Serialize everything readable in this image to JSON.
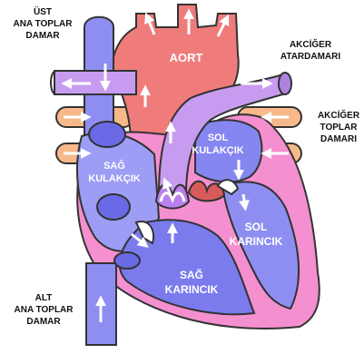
{
  "labels": {
    "svc_superior": [
      "ÜST",
      "ANA TOPLAR",
      "DAMAR"
    ],
    "aorta": "AORT",
    "pulmonary_artery": [
      "AKCİĞER",
      "ATARDAMARI"
    ],
    "pulmonary_vein": [
      "AKCİĞER",
      "TOPLAR",
      "DAMARI"
    ],
    "right_atrium": [
      "SAĞ",
      "KULAKÇIK"
    ],
    "left_atrium": [
      "SOL",
      "KULAKÇIK"
    ],
    "left_ventricle": [
      "SOL",
      "KARINCIK"
    ],
    "right_ventricle": [
      "SAĞ",
      "KARINCIK"
    ],
    "svc_inferior": [
      "ALT",
      "ANA TOPLAR",
      "DAMAR"
    ]
  },
  "colors": {
    "deoxygenated": "#8e8ef2",
    "deoxygenated_dark": "#6a6ae6",
    "oxygenated": "#ef7b7b",
    "pulmonary_artery": "#c79cf0",
    "pulmonary_vein": "#f7b98a",
    "heart_wall": "#f48fd0",
    "valve": "#ffffff",
    "label_dark": "#111111",
    "label_light": "#ffffff"
  }
}
